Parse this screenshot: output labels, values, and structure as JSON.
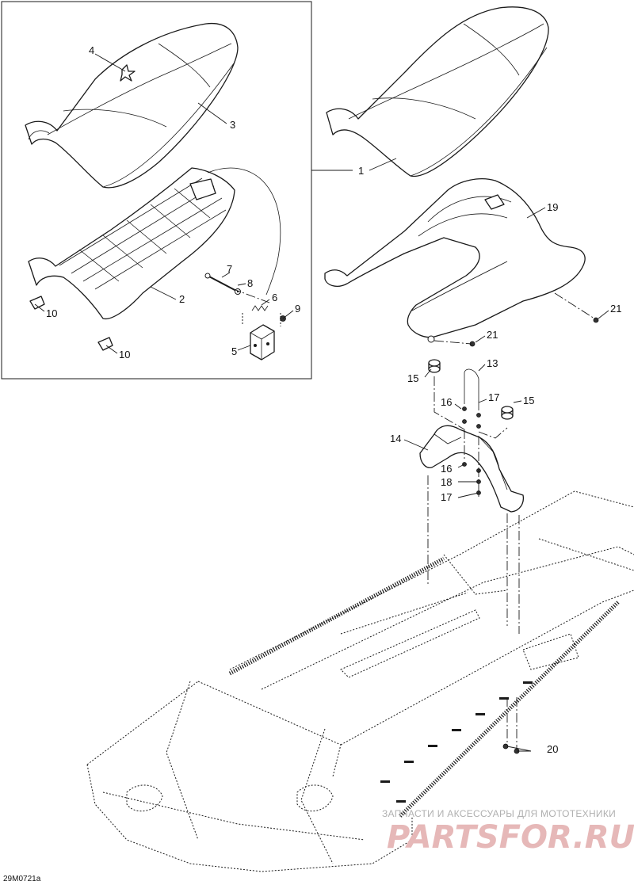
{
  "diagram": {
    "labels": [
      {
        "id": "1",
        "text": "1"
      },
      {
        "id": "2",
        "text": "2"
      },
      {
        "id": "3",
        "text": "3"
      },
      {
        "id": "4",
        "text": "4"
      },
      {
        "id": "5",
        "text": "5"
      },
      {
        "id": "6",
        "text": "6"
      },
      {
        "id": "7",
        "text": "7"
      },
      {
        "id": "8",
        "text": "8"
      },
      {
        "id": "9",
        "text": "9"
      },
      {
        "id": "10a",
        "text": "10"
      },
      {
        "id": "10b",
        "text": "10"
      },
      {
        "id": "13",
        "text": "13"
      },
      {
        "id": "14",
        "text": "14"
      },
      {
        "id": "15a",
        "text": "15"
      },
      {
        "id": "15b",
        "text": "15"
      },
      {
        "id": "16a",
        "text": "16"
      },
      {
        "id": "16b",
        "text": "16"
      },
      {
        "id": "17a",
        "text": "17"
      },
      {
        "id": "17b",
        "text": "17"
      },
      {
        "id": "18",
        "text": "18"
      },
      {
        "id": "19",
        "text": "19"
      },
      {
        "id": "20",
        "text": "20"
      },
      {
        "id": "21a",
        "text": "21"
      },
      {
        "id": "21b",
        "text": "21"
      }
    ],
    "drawing_code": "29M0721a"
  },
  "watermark": {
    "tagline": "ЗАПЧАСТИ И АКСЕССУАРЫ ДЛЯ МОТОТЕХНИКИ",
    "logo": "PARTSFOR.RU",
    "colors": {
      "tagline": "#b0b0b0",
      "logo": "#e6b8b8"
    }
  }
}
